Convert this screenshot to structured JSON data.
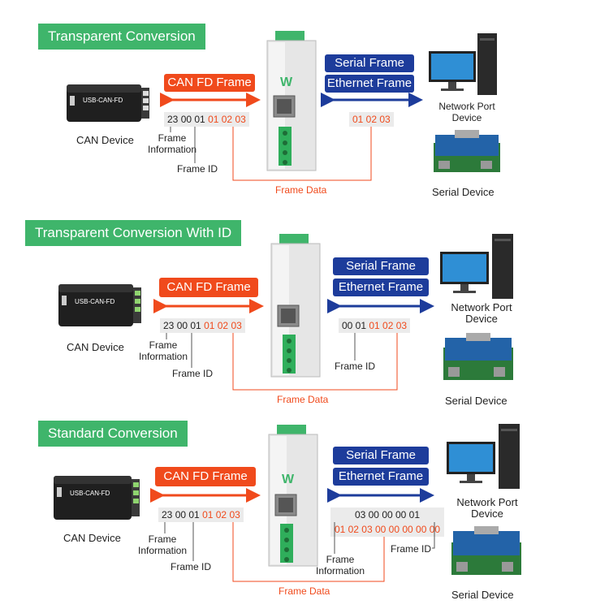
{
  "sections": [
    {
      "title": "Transparent Conversion",
      "can_tag": "CAN FD Frame",
      "serial_tag": "Serial Frame",
      "ethernet_tag": "Ethernet Frame",
      "can_bytes_info": "23",
      "can_bytes_id": "00 01",
      "can_bytes_data": "01 02 03",
      "out_bytes_data": "01 02 03",
      "label_frame_information": "Frame\nInformation",
      "label_frame_id": "Frame ID",
      "label_frame_data": "Frame Data",
      "can_device": "CAN Device",
      "network_device": "Network Port\nDevice",
      "serial_device": "Serial Device"
    },
    {
      "title": "Transparent Conversion With ID",
      "can_tag": "CAN FD Frame",
      "serial_tag": "Serial Frame",
      "ethernet_tag": "Ethernet Frame",
      "can_bytes_info": "23",
      "can_bytes_id": "00 01",
      "can_bytes_data": "01 02 03",
      "out_bytes_id": "00 01",
      "out_bytes_data": "01 02 03",
      "label_frame_information": "Frame\nInformation",
      "label_frame_id": "Frame ID",
      "label_out_frame_id": "Frame ID",
      "label_frame_data": "Frame Data",
      "can_device": "CAN Device",
      "network_device": "Network Port\nDevice",
      "serial_device": "Serial Device"
    },
    {
      "title": "Standard Conversion",
      "can_tag": "CAN FD Frame",
      "serial_tag": "Serial Frame",
      "ethernet_tag": "Ethernet Frame",
      "can_bytes_info": "23",
      "can_bytes_id": "00 01",
      "can_bytes_data": "01 02 03",
      "out_bytes_top": "03 00 00 00 01",
      "out_bytes_bottom": "01 02 03 00 00 00 00 00",
      "label_frame_information": "Frame\nInformation",
      "label_frame_id": "Frame ID",
      "label_out_frame_information": "Frame\nInformation",
      "label_out_frame_id": "Frame ID",
      "label_frame_data": "Frame Data",
      "can_device": "CAN Device",
      "network_device": "Network Port\nDevice",
      "serial_device": "Serial Device"
    }
  ],
  "device_text": {
    "usb_can_label": "USB-CAN-FD",
    "gateway_logo": "W"
  },
  "colors": {
    "green": "#3fb56b",
    "orange": "#f04a1c",
    "blue": "#1d3c9b"
  }
}
